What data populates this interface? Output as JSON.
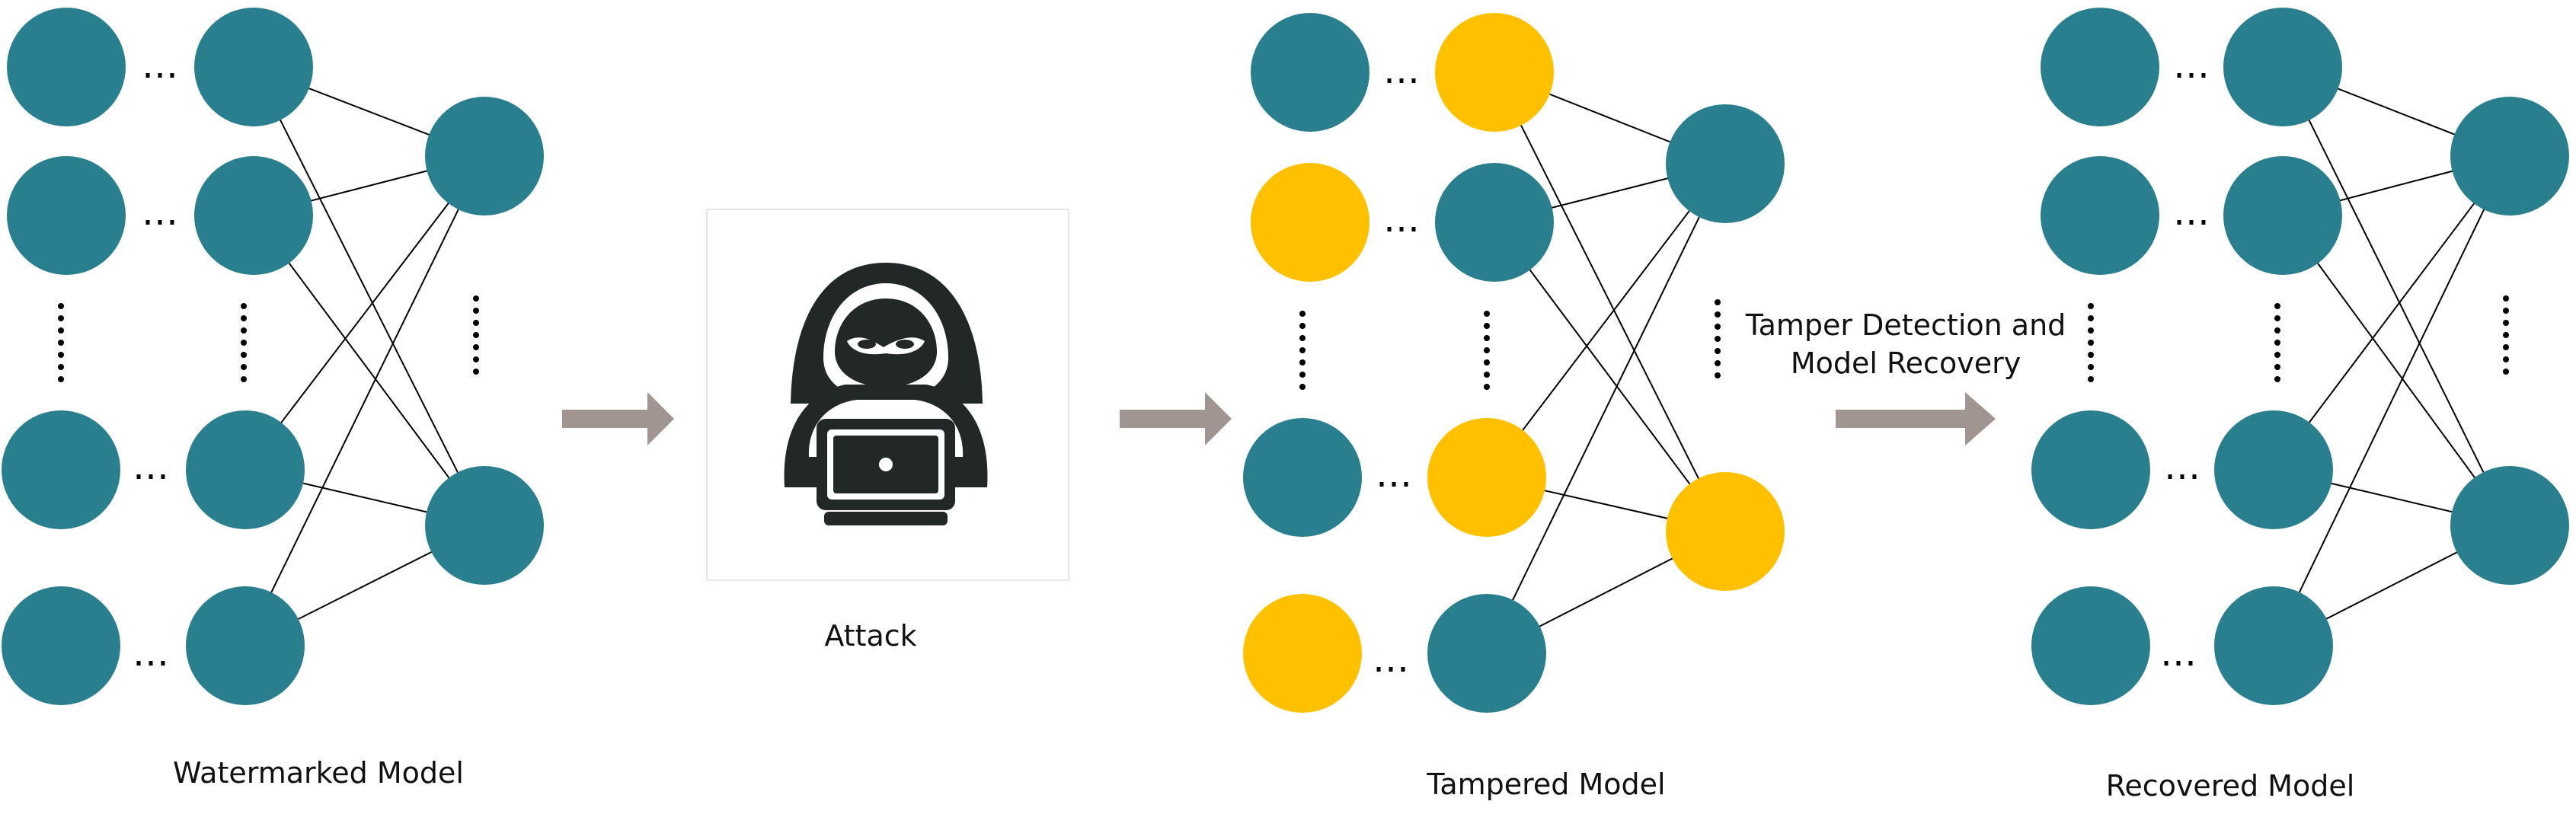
{
  "colors": {
    "normal_node": "#2A7F8E",
    "tampered_node": "#FFC000",
    "arrow": "#A09590",
    "edge": "#000000",
    "attacker": "#222728"
  },
  "labels": {
    "watermarked": "Watermarked Model",
    "attack": "Attack",
    "tampered": "Tampered Model",
    "recovery_line1": "Tamper Detection and",
    "recovery_line2": "Model Recovery",
    "recovered": "Recovered Model"
  },
  "ellipsis": "…",
  "icons": {
    "attacker": "hooded-hacker-laptop-icon"
  },
  "networks": [
    {
      "name": "watermarked",
      "input_layer": [
        "normal",
        "normal",
        "normal",
        "normal"
      ],
      "hidden_layer": [
        "normal",
        "normal",
        "normal",
        "normal"
      ],
      "output_layer": [
        "normal",
        "normal"
      ]
    },
    {
      "name": "tampered",
      "input_layer": [
        "normal",
        "tampered",
        "normal",
        "tampered"
      ],
      "hidden_layer": [
        "tampered",
        "normal",
        "tampered",
        "normal"
      ],
      "output_layer": [
        "normal",
        "tampered"
      ]
    },
    {
      "name": "recovered",
      "input_layer": [
        "normal",
        "normal",
        "normal",
        "normal"
      ],
      "hidden_layer": [
        "normal",
        "normal",
        "normal",
        "normal"
      ],
      "output_layer": [
        "normal",
        "normal"
      ]
    }
  ]
}
